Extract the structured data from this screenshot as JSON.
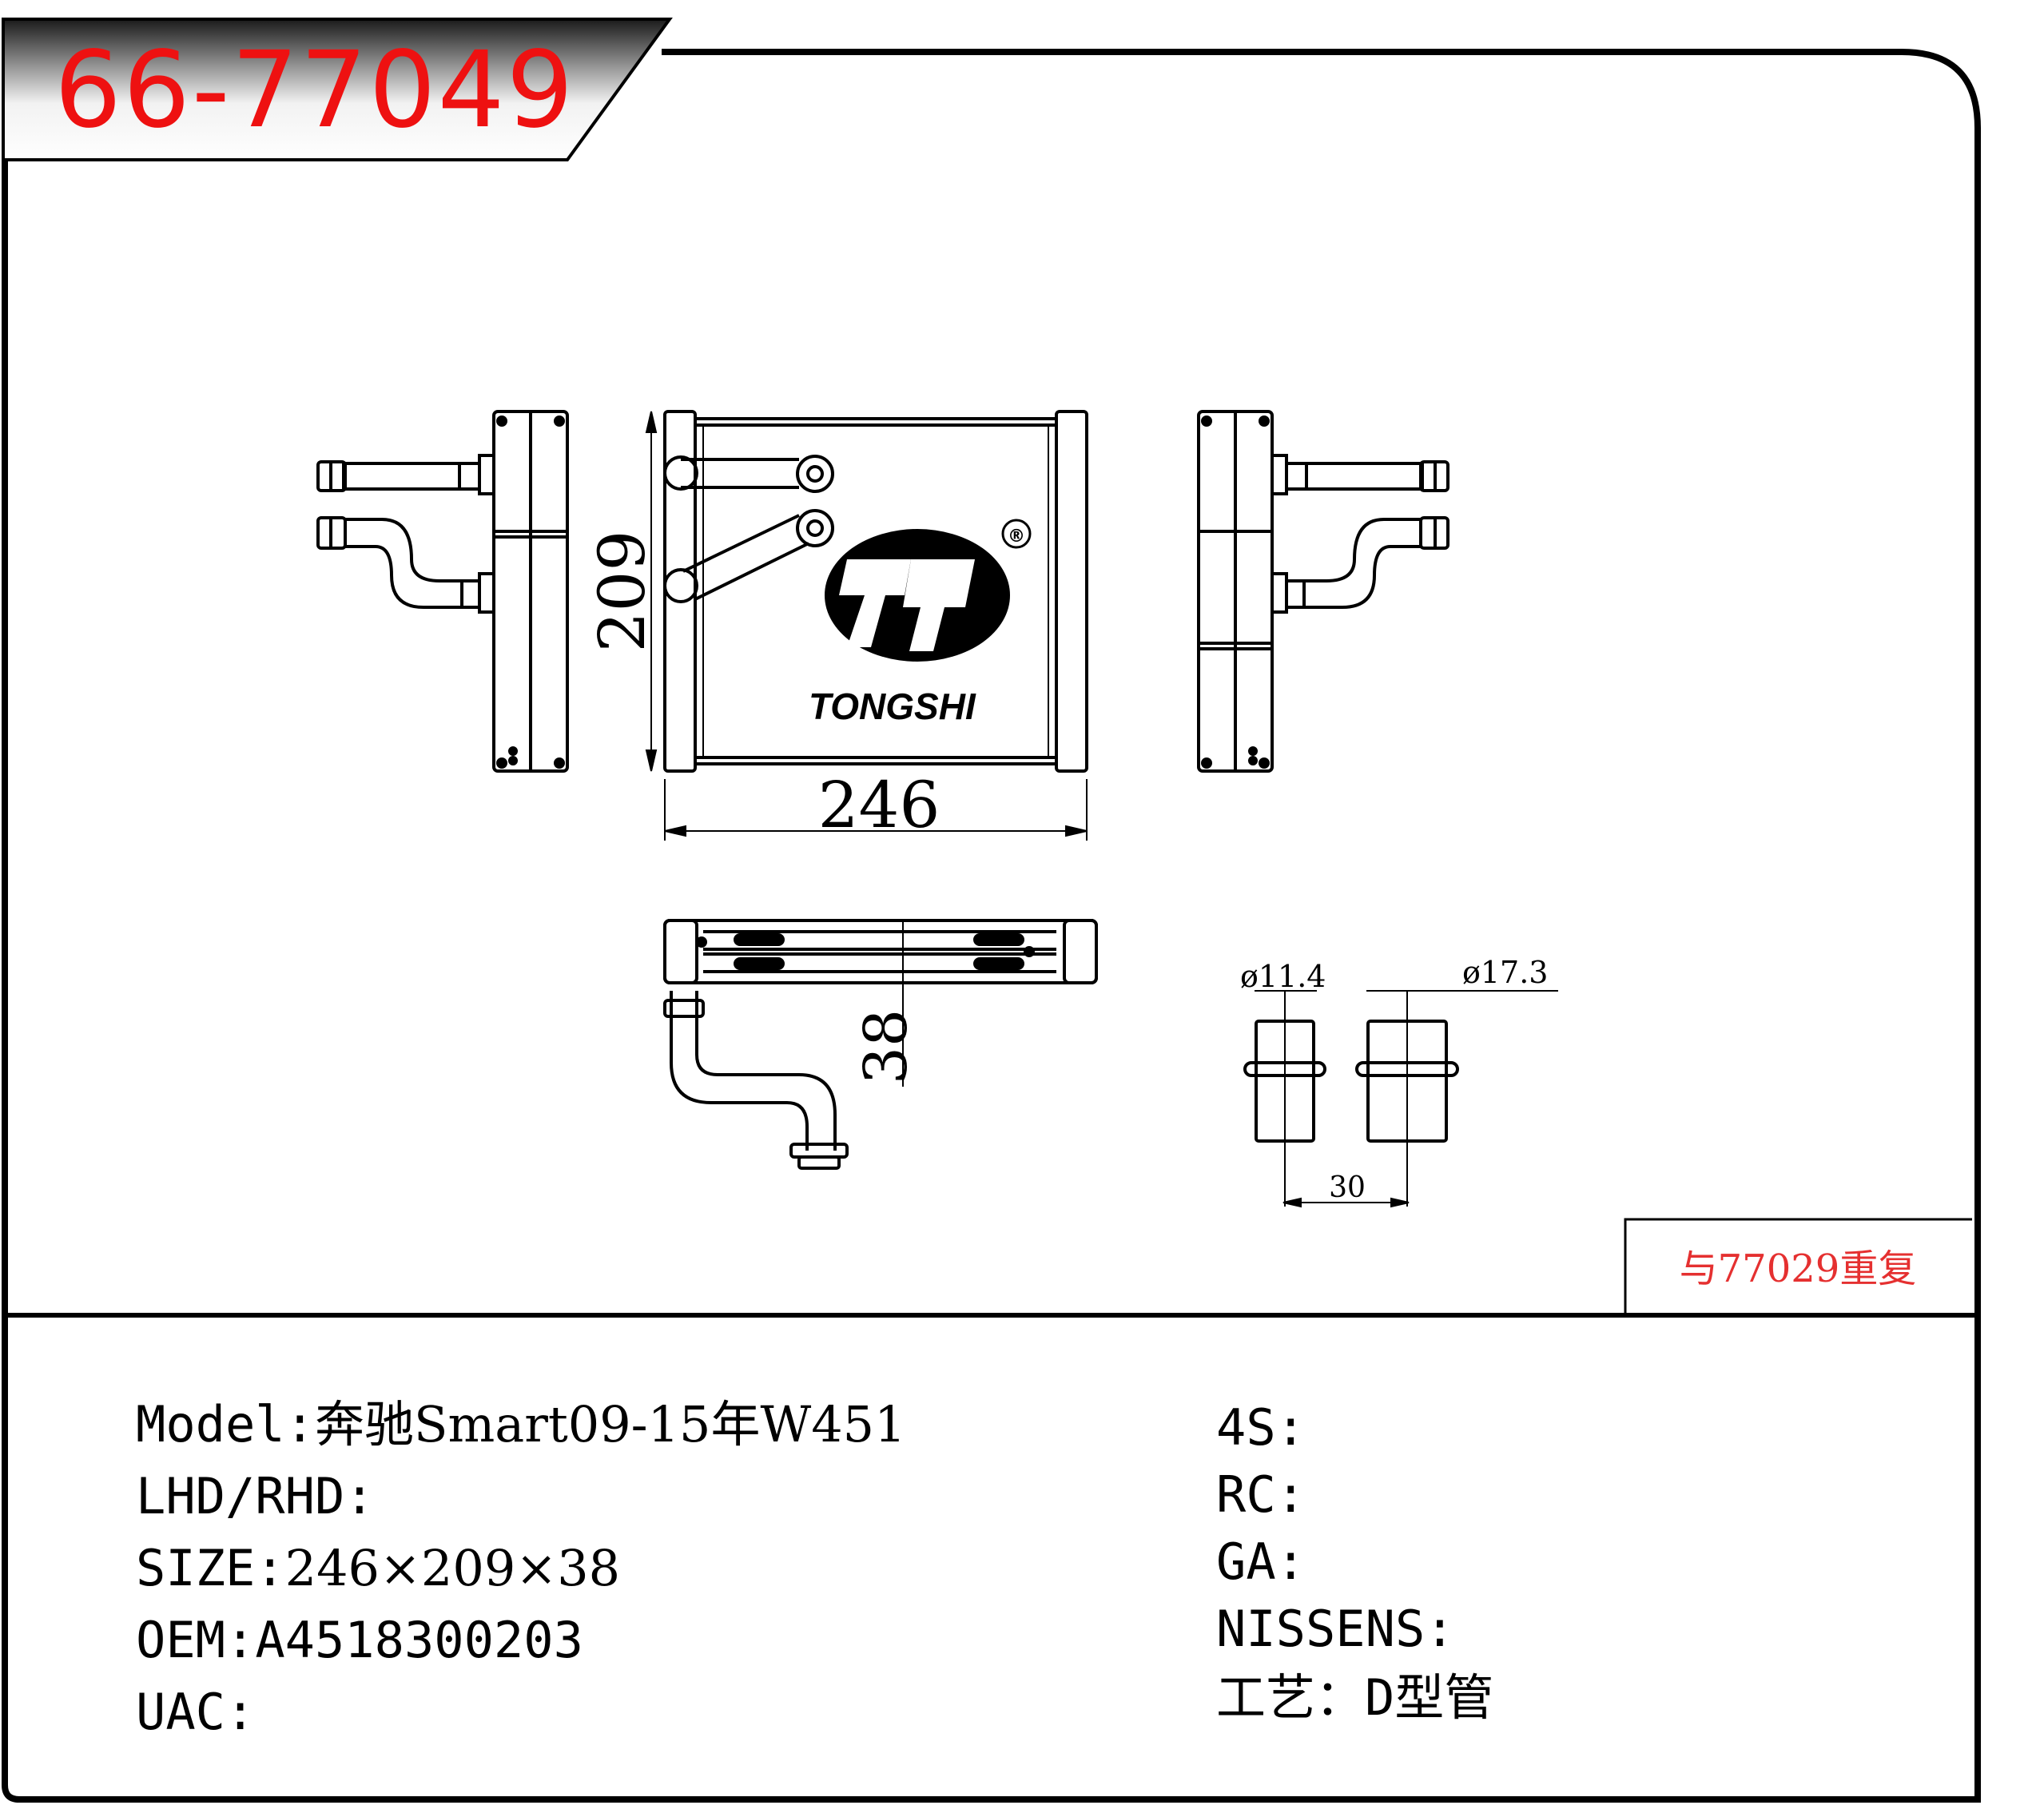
{
  "header": {
    "part_code": "66-77049"
  },
  "drawing": {
    "brand": "TONGSHI",
    "registered_mark": "®",
    "dim_width": "246",
    "dim_height": "209",
    "dim_depth": "38",
    "dim_pipe_small": "ø11.4",
    "dim_pipe_large": "ø17.3",
    "dim_pipe_spacing": "30"
  },
  "note": "与77029重复",
  "specs_left": [
    {
      "label": "Model:",
      "value": "奔驰Smart09-15年W451"
    },
    {
      "label": "LHD/RHD:",
      "value": ""
    },
    {
      "label": "SIZE:",
      "value": "246×209×38"
    },
    {
      "label": "OEM:",
      "value": "A4518300203"
    },
    {
      "label": "UAC:",
      "value": ""
    }
  ],
  "specs_right": [
    {
      "label": "4S:",
      "value": ""
    },
    {
      "label": "RC:",
      "value": ""
    },
    {
      "label": "GA:",
      "value": ""
    },
    {
      "label": "NISSENS:",
      "value": ""
    },
    {
      "label": "工艺：",
      "value": "D型管"
    }
  ],
  "colors": {
    "code_red": "#ee1111",
    "note_red": "#e53030",
    "frame": "#000000"
  }
}
